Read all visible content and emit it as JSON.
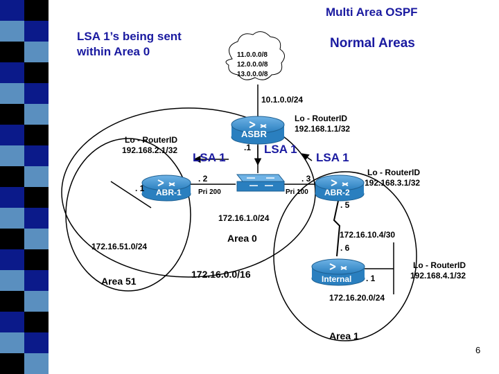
{
  "slide": {
    "title": "Multi Area OSPF",
    "subtitle": "Normal Areas",
    "description_line1": "LSA 1’s being sent",
    "description_line2": "within Area 0",
    "page_number": "6"
  },
  "cloud": {
    "networks": [
      "11.0.0.0/8",
      "12.0.0.0/8",
      "13.0.0.0/8"
    ],
    "link_network": "10.1.0.0/24"
  },
  "routers": {
    "asbr": {
      "name": "ASBR",
      "routerid_label": "Lo - RouterID",
      "routerid": "192.168.1.1/32",
      "iface": ".1"
    },
    "abr1": {
      "name": "ABR-1",
      "routerid_label": "Lo - RouterID",
      "routerid": "192.168.2.1/32",
      "iface_switch": ". 2",
      "priority": "Pri 200",
      "iface_area51": ". 1"
    },
    "abr2": {
      "name": "ABR-2",
      "routerid_label": "Lo - RouterID",
      "routerid": "192.168.3.1/32",
      "iface_switch": ". 3",
      "priority": "Pri 100",
      "iface_area1": ". 5"
    },
    "internal": {
      "name": "Internal",
      "routerid_label": "Lo - RouterID",
      "routerid": "192.168.4.1/32",
      "iface_up": ". 6",
      "iface_lan": ". 1"
    }
  },
  "lsa_labels": [
    "LSA 1",
    "LSA 1",
    "LSA 1"
  ],
  "networks": {
    "area0_lan": "172.16.1.0/24",
    "area51_lan": "172.16.51.0/24",
    "p2p": "172.16.10.4/30",
    "area1_lan": "172.16.20.0/24",
    "summary": "172.16.0.0/16"
  },
  "areas": {
    "area0": "Area 0",
    "area51": "Area 51",
    "area1": "Area 1"
  },
  "colors": {
    "router_blue": "#2a7fbf",
    "text_blue": "#1a1aa0",
    "strip": [
      "#0b1a8a",
      "#5a8fbf",
      "#000000"
    ]
  }
}
